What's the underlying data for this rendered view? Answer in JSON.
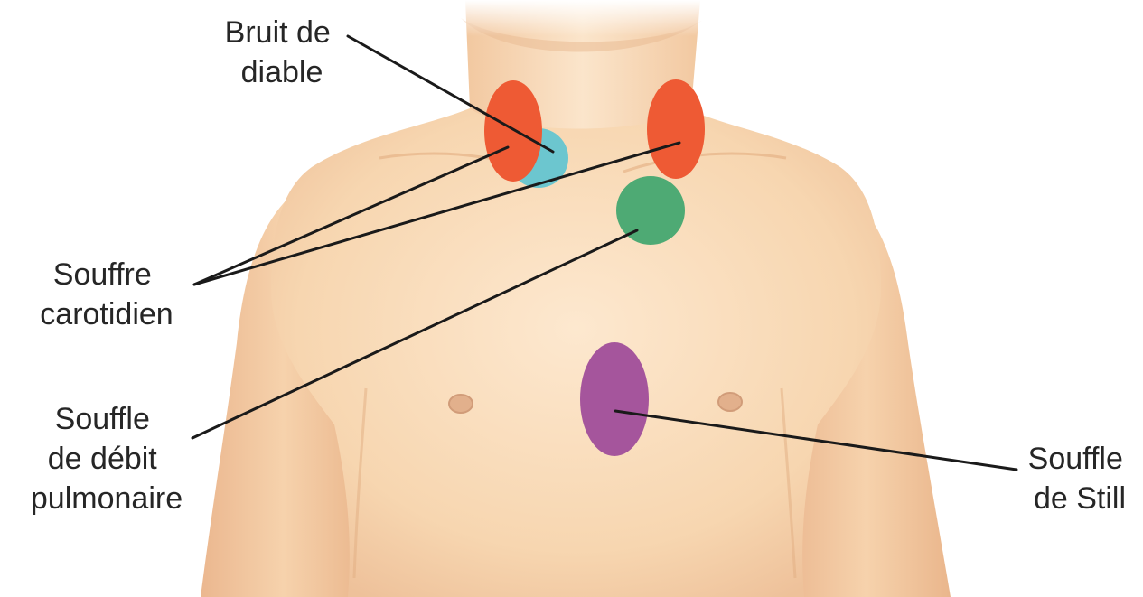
{
  "labels": {
    "bruit_de_diable": [
      "Bruit de",
      "diable"
    ],
    "souffle_carotidien": [
      "Souffre",
      "carotidien"
    ],
    "souffle_debit_pulmonaire": [
      "Souffle",
      "de débit",
      "pulmonaire"
    ],
    "souffle_de_still": [
      "Souffle",
      "de Still"
    ]
  },
  "colors": {
    "skin_light": "#fbe3c6",
    "skin_mid": "#f4cfa5",
    "skin_shadow": "#e3ad80",
    "carotid": "#ee5a34",
    "venous_hum": "#6cc6cf",
    "pulmonary_flow": "#4eaa74",
    "still": "#a5559c",
    "leader_line": "#1a1a1a"
  }
}
